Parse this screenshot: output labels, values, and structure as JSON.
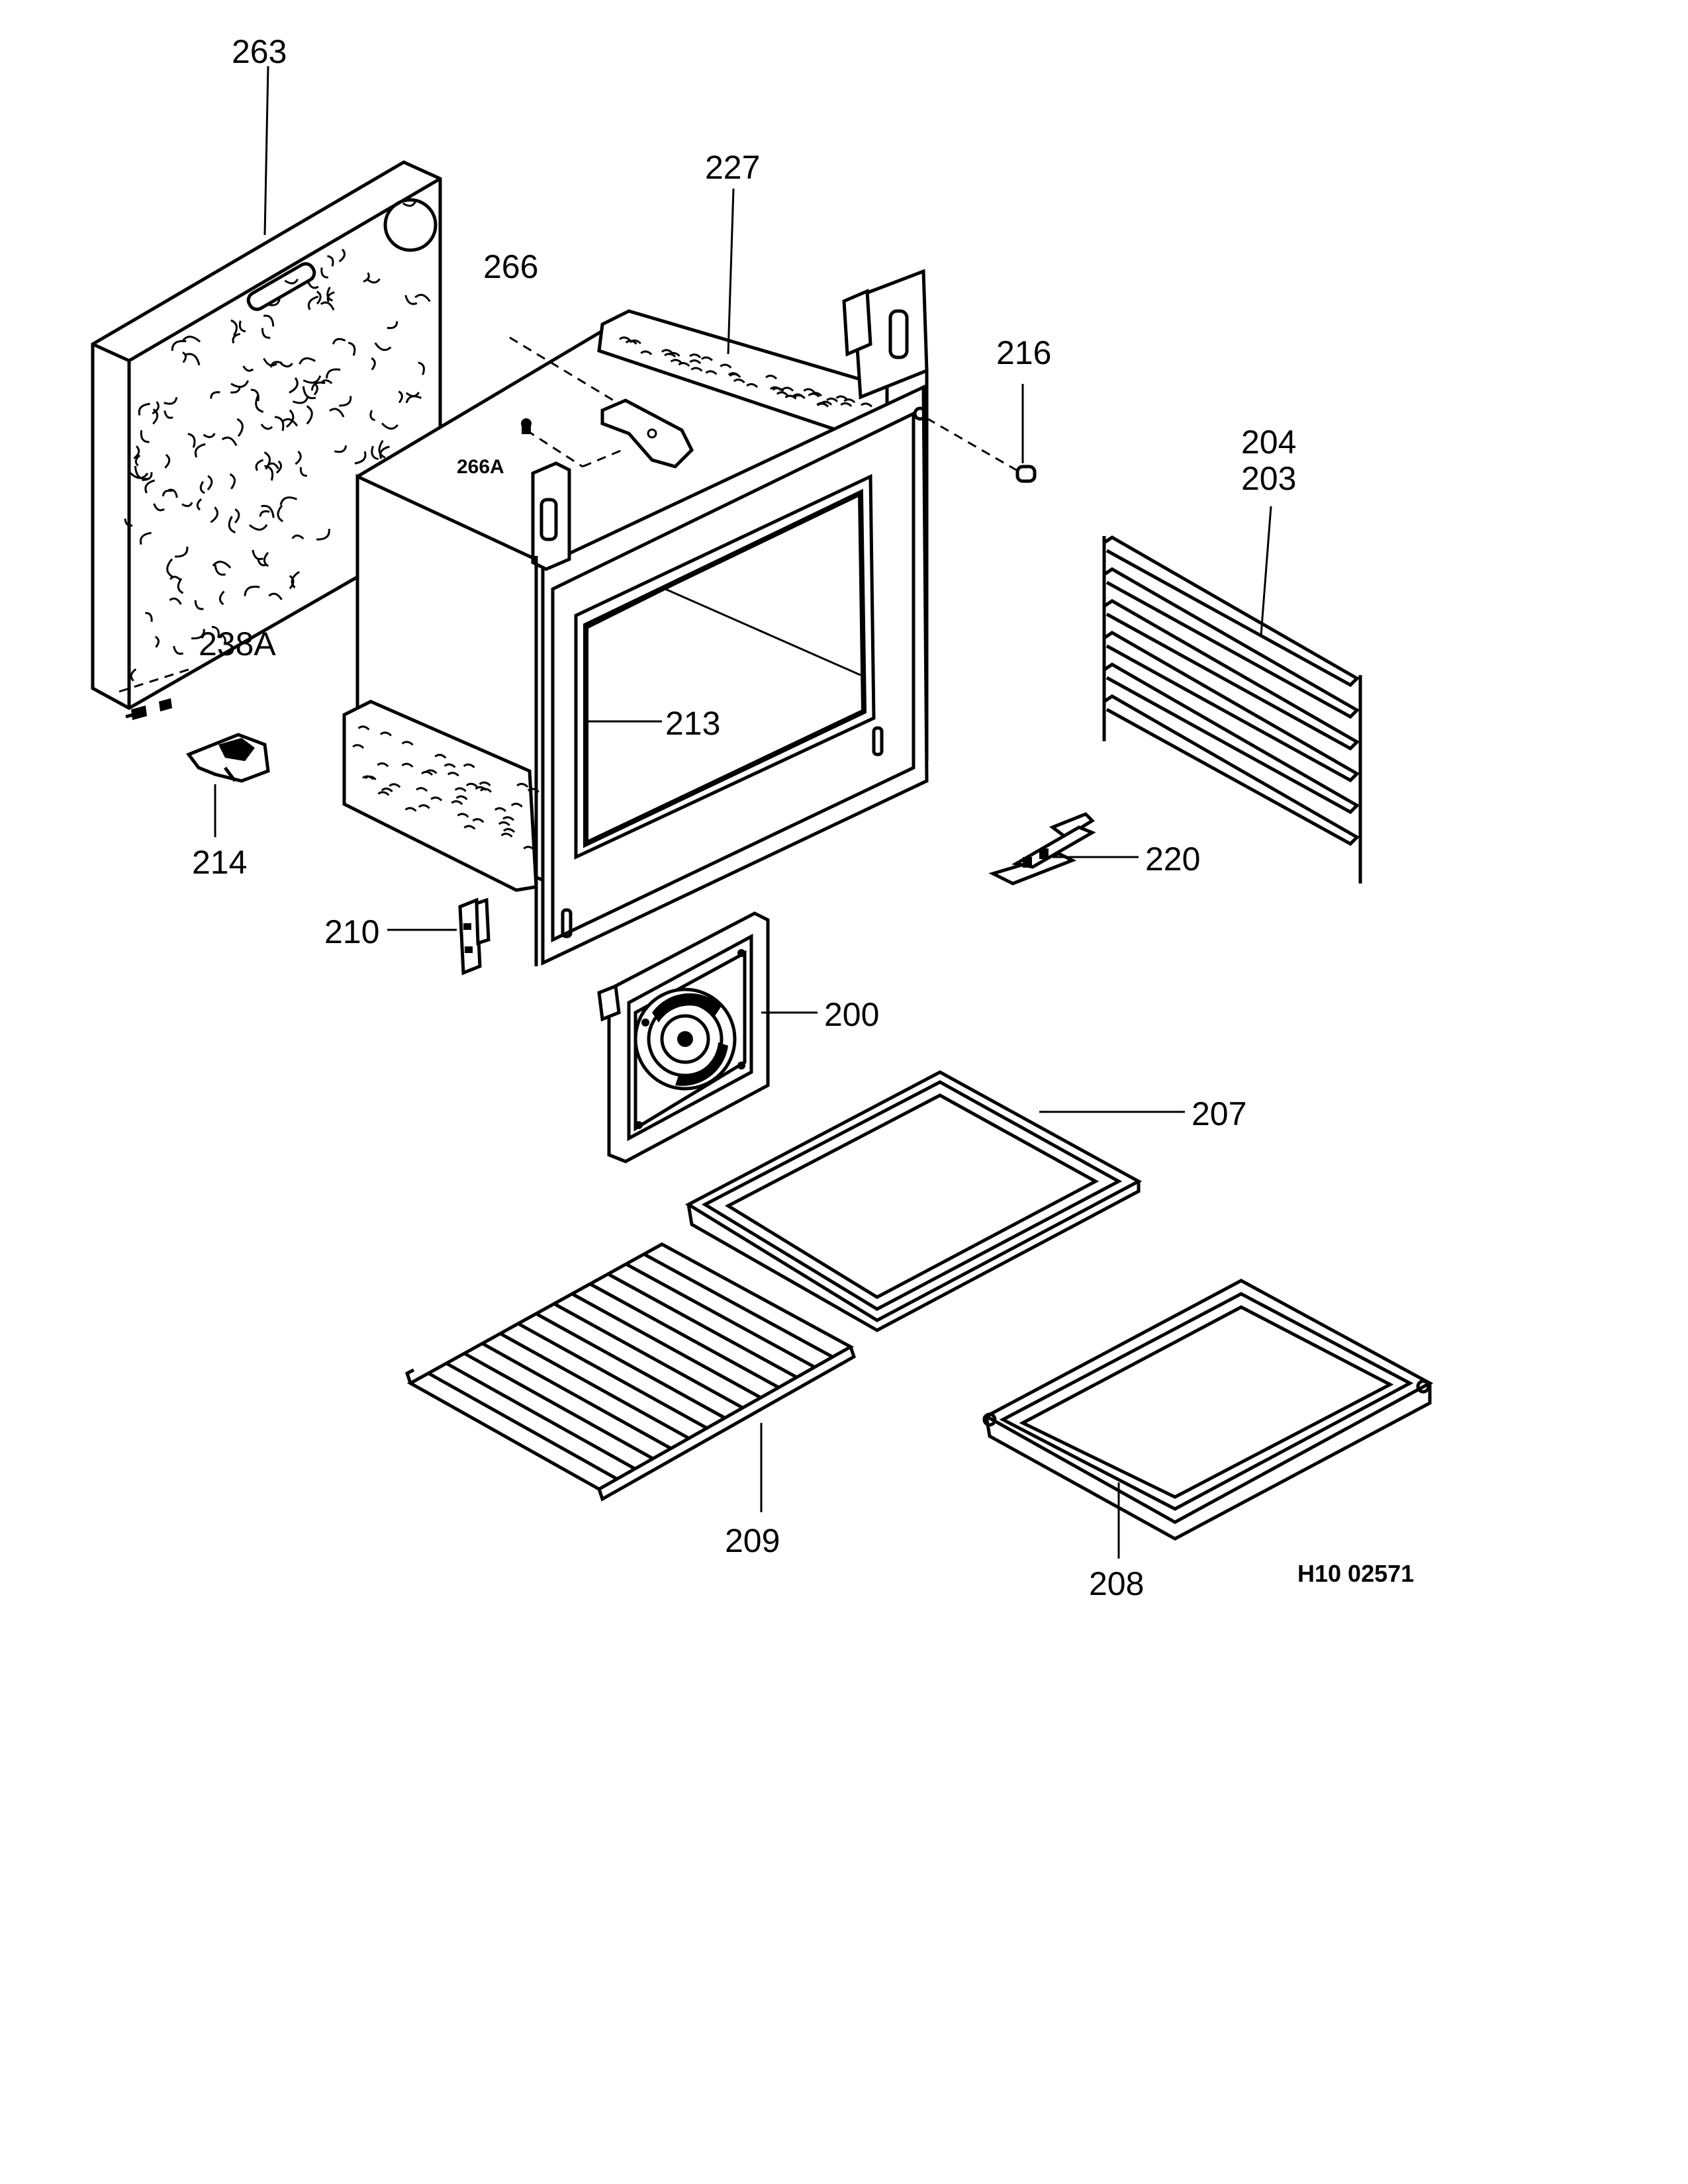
{
  "labels": {
    "p263": "263",
    "p227": "227",
    "p266": "266",
    "p266a": "266A",
    "p216": "216",
    "p204": "204",
    "p203": "203",
    "p238a": "238A",
    "p213": "213",
    "p214": "214",
    "p220": "220",
    "p210": "210",
    "p200": "200",
    "p207": "207",
    "p209": "209",
    "p208": "208"
  },
  "drawing_ref": "H10 02571"
}
